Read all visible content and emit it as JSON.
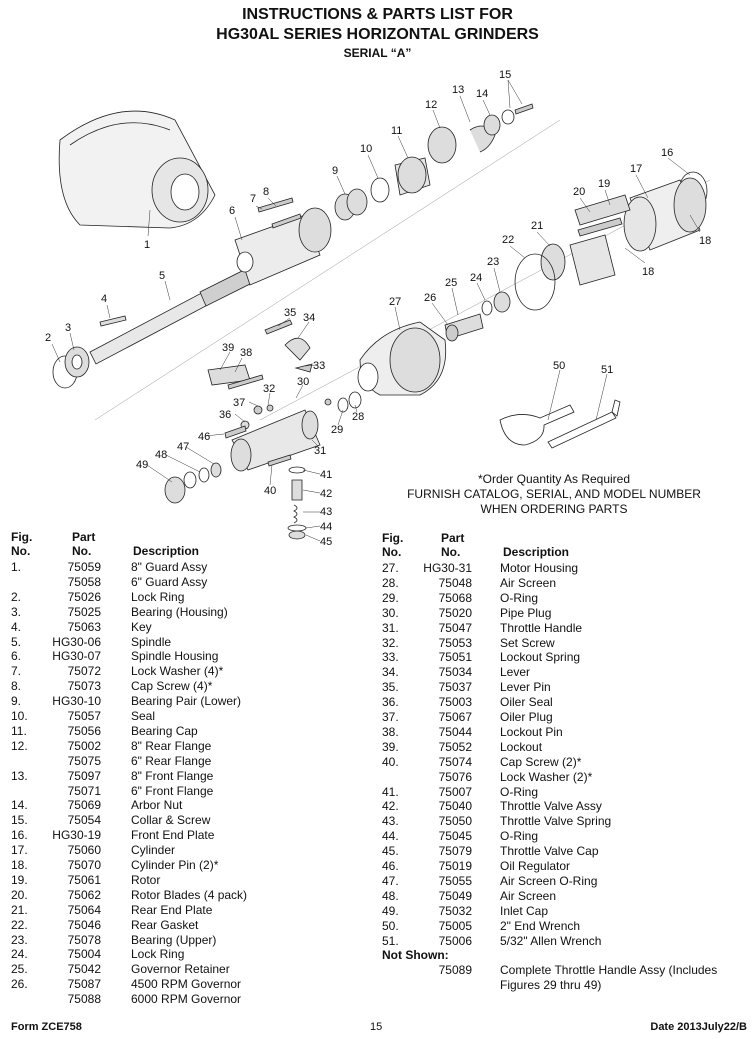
{
  "header": {
    "line1": "INSTRUCTIONS & PARTS LIST FOR",
    "line2": "HG30AL SERIES HORIZONTAL GRINDERS",
    "line3": "SERIAL “A”"
  },
  "diagram_labels": [
    "1",
    "2",
    "3",
    "4",
    "5",
    "6",
    "7",
    "8",
    "9",
    "10",
    "11",
    "12",
    "13",
    "14",
    "15",
    "16",
    "17",
    "18",
    "18",
    "19",
    "20",
    "21",
    "22",
    "23",
    "24",
    "25",
    "26",
    "27",
    "28",
    "29",
    "30",
    "31",
    "32",
    "33",
    "34",
    "35",
    "36",
    "37",
    "38",
    "39",
    "40",
    "41",
    "42",
    "43",
    "44",
    "45",
    "46",
    "47",
    "48",
    "49",
    "50",
    "51"
  ],
  "order_note": {
    "line1": "*Order Quantity As Required",
    "line2": "FURNISH CATALOG, SERIAL, AND MODEL NUMBER",
    "line3": "WHEN ORDERING PARTS"
  },
  "columns": {
    "fig1": "Fig.",
    "fig2": "No.",
    "part1": "Part",
    "part2": "No.",
    "desc": "Description"
  },
  "parts_left": [
    {
      "fig": "1.",
      "part": "75059",
      "desc": "8\" Guard Assy"
    },
    {
      "fig": "",
      "part": "75058",
      "desc": "6\" Guard Assy"
    },
    {
      "fig": "2.",
      "part": "75026",
      "desc": "Lock Ring"
    },
    {
      "fig": "3.",
      "part": "75025",
      "desc": "Bearing (Housing)"
    },
    {
      "fig": "4.",
      "part": "75063",
      "desc": "Key"
    },
    {
      "fig": "5.",
      "part": "HG30-06",
      "desc": "Spindle"
    },
    {
      "fig": "6.",
      "part": "HG30-07",
      "desc": "Spindle Housing"
    },
    {
      "fig": "7.",
      "part": "75072",
      "desc": "Lock Washer (4)*"
    },
    {
      "fig": "8.",
      "part": "75073",
      "desc": "Cap Screw (4)*"
    },
    {
      "fig": "9.",
      "part": "HG30-10",
      "desc": "Bearing Pair (Lower)"
    },
    {
      "fig": "10.",
      "part": "75057",
      "desc": "Seal"
    },
    {
      "fig": "11.",
      "part": "75056",
      "desc": "Bearing Cap"
    },
    {
      "fig": "12.",
      "part": "75002",
      "desc": "8\" Rear Flange"
    },
    {
      "fig": "",
      "part": "75075",
      "desc": "6\" Rear Flange"
    },
    {
      "fig": "13.",
      "part": "75097",
      "desc": "8\" Front Flange"
    },
    {
      "fig": "",
      "part": "75071",
      "desc": "6\" Front Flange"
    },
    {
      "fig": "14.",
      "part": "75069",
      "desc": "Arbor Nut"
    },
    {
      "fig": "15.",
      "part": "75054",
      "desc": "Collar & Screw"
    },
    {
      "fig": "16.",
      "part": "HG30-19",
      "desc": "Front End Plate"
    },
    {
      "fig": "17.",
      "part": "75060",
      "desc": "Cylinder"
    },
    {
      "fig": "18.",
      "part": "75070",
      "desc": "Cylinder Pin (2)*"
    },
    {
      "fig": "19.",
      "part": "75061",
      "desc": "Rotor"
    },
    {
      "fig": "20.",
      "part": "75062",
      "desc": "Rotor Blades (4 pack)"
    },
    {
      "fig": "21.",
      "part": "75064",
      "desc": "Rear End Plate"
    },
    {
      "fig": "22.",
      "part": "75046",
      "desc": "Rear Gasket"
    },
    {
      "fig": "23.",
      "part": "75078",
      "desc": "Bearing (Upper)"
    },
    {
      "fig": "24.",
      "part": "75004",
      "desc": "Lock Ring"
    },
    {
      "fig": "25.",
      "part": "75042",
      "desc": "Governor Retainer"
    },
    {
      "fig": "26.",
      "part": "75087",
      "desc": "4500 RPM Governor"
    },
    {
      "fig": "",
      "part": "75088",
      "desc": "6000 RPM Governor"
    }
  ],
  "parts_right": [
    {
      "fig": "27.",
      "part": "HG30-31",
      "desc": "Motor Housing"
    },
    {
      "fig": "28.",
      "part": "75048",
      "desc": "Air Screen"
    },
    {
      "fig": "29.",
      "part": "75068",
      "desc": "O-Ring"
    },
    {
      "fig": "30.",
      "part": "75020",
      "desc": "Pipe Plug"
    },
    {
      "fig": "31.",
      "part": "75047",
      "desc": "Throttle Handle"
    },
    {
      "fig": "32.",
      "part": "75053",
      "desc": "Set Screw"
    },
    {
      "fig": "33.",
      "part": "75051",
      "desc": "Lockout Spring"
    },
    {
      "fig": "34.",
      "part": "75034",
      "desc": "Lever"
    },
    {
      "fig": "35.",
      "part": "75037",
      "desc": "Lever Pin"
    },
    {
      "fig": "36.",
      "part": "75003",
      "desc": "Oiler Seal"
    },
    {
      "fig": "37.",
      "part": "75067",
      "desc": "Oiler Plug"
    },
    {
      "fig": "38.",
      "part": "75044",
      "desc": "Lockout Pin"
    },
    {
      "fig": "39.",
      "part": "75052",
      "desc": "Lockout"
    },
    {
      "fig": "40.",
      "part": "75074",
      "desc": "Cap Screw (2)*"
    },
    {
      "fig": "",
      "part": "75076",
      "desc": "Lock Washer (2)*"
    },
    {
      "fig": "41.",
      "part": "75007",
      "desc": "O-Ring"
    },
    {
      "fig": "42.",
      "part": "75040",
      "desc": "Throttle Valve Assy"
    },
    {
      "fig": "43.",
      "part": "75050",
      "desc": "Throttle Valve Spring"
    },
    {
      "fig": "44.",
      "part": "75045",
      "desc": "O-Ring"
    },
    {
      "fig": "45.",
      "part": "75079",
      "desc": "Throttle Valve Cap"
    },
    {
      "fig": "46.",
      "part": "75019",
      "desc": "Oil Regulator"
    },
    {
      "fig": "47.",
      "part": "75055",
      "desc": "Air Screen O-Ring"
    },
    {
      "fig": "48.",
      "part": "75049",
      "desc": "Air Screen"
    },
    {
      "fig": "49.",
      "part": "75032",
      "desc": "Inlet Cap"
    },
    {
      "fig": "50.",
      "part": "75005",
      "desc": "2\" End Wrench"
    },
    {
      "fig": "51.",
      "part": "75006",
      "desc": "5/32\" Allen Wrench"
    }
  ],
  "not_shown": {
    "heading": "Not Shown:",
    "part": "75089",
    "desc1": "Complete Throttle Handle Assy (Includes",
    "desc2": "Figures 29 thru 49)"
  },
  "footer": {
    "form": "Form ZCE758",
    "page": "15",
    "date": "Date 2013July22/B"
  }
}
